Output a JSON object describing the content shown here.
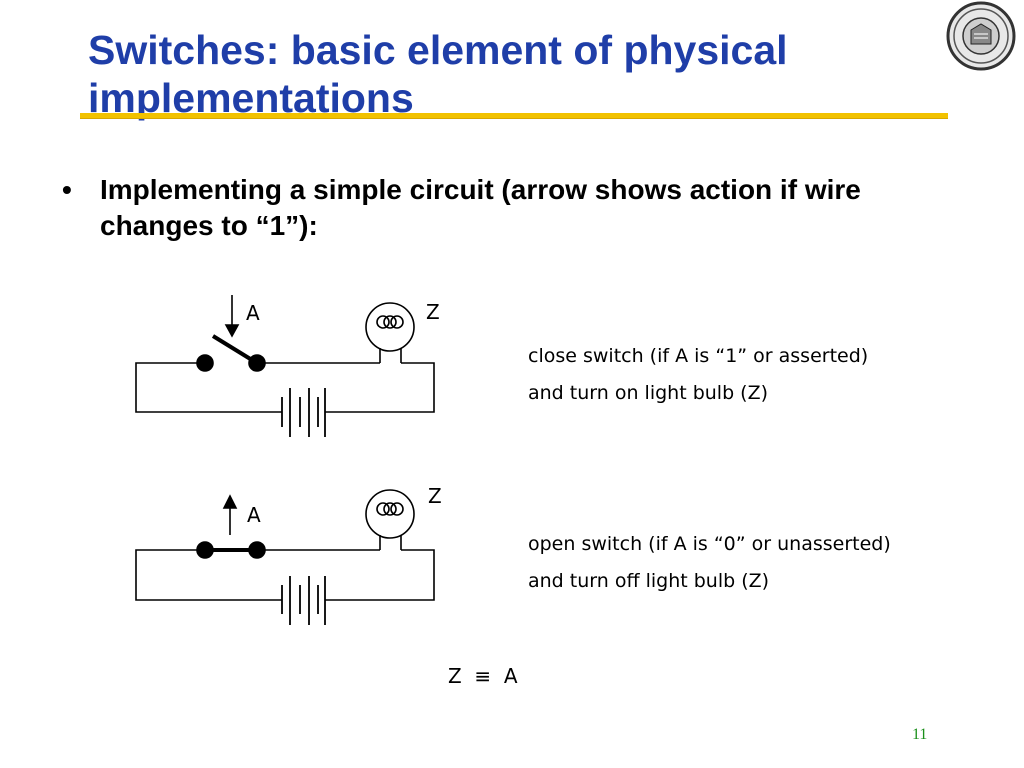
{
  "slide": {
    "title": "Switches: basic element of physical implementations",
    "bullet_marker": "•",
    "bullet_text": "Implementing a simple circuit (arrow shows action if wire changes to “1”):",
    "page_number": "11"
  },
  "diagram": {
    "top_circuit": {
      "input_label": "A",
      "output_label": "Z",
      "description": [
        "close switch (if A is “1” or asserted)",
        "and turn on light bulb (Z)"
      ]
    },
    "bottom_circuit": {
      "input_label": "A",
      "output_label": "Z",
      "description": [
        "open switch (if A is “0” or unasserted)",
        "and turn off light bulb (Z)"
      ]
    },
    "equation": "Z  ≡  A"
  }
}
